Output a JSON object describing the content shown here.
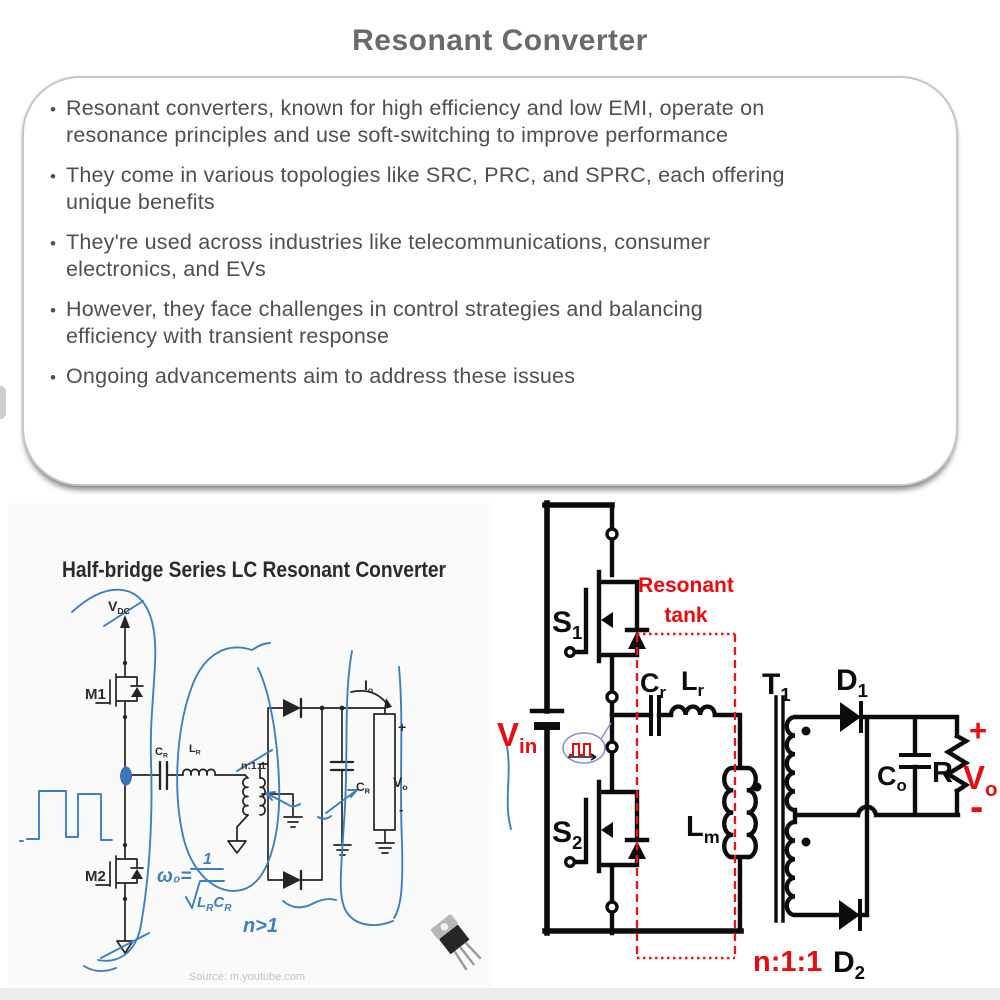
{
  "header": {
    "title": "Resonant Converter"
  },
  "summary": {
    "bullets": [
      "Resonant converters, known for high efficiency and low EMI, operate on\nresonance principles and use soft-switching to improve performance",
      "They come in various topologies like SRC, PRC, and SPRC, each offering\nunique benefits",
      "They're used across industries like telecommunications, consumer\nelectronics, and EVs",
      "However, they face challenges in control strategies and balancing\nefficiency with transient response",
      "Ongoing advancements aim to address these issues"
    ]
  },
  "left_diagram": {
    "title": "Half-bridge Series LC Resonant Converter",
    "source_note": "Source: m.youtube.com",
    "labels": {
      "vdc": {
        "main": "V",
        "sub": "DC"
      },
      "m1": "M1",
      "m2": "M2",
      "cr": {
        "main": "C",
        "sub": "R"
      },
      "lr": {
        "main": "L",
        "sub": "R"
      },
      "turns_ratio": "n:1:1",
      "out_cap": {
        "main": "C",
        "sub": "R"
      },
      "io": {
        "main": "I",
        "sub": "o"
      },
      "vo": {
        "main": "V",
        "sub": "o"
      },
      "plus": "+",
      "minus": "-"
    },
    "annotations": {
      "omega": "ω₀=",
      "numerator": "1",
      "den_l": {
        "main": "L",
        "sub": "R"
      },
      "den_c": {
        "main": "C",
        "sub": "R"
      },
      "n_gt_1": "n>1"
    }
  },
  "right_diagram": {
    "labels": {
      "s1": {
        "main": "S",
        "sub": "1"
      },
      "s2": {
        "main": "S",
        "sub": "2"
      },
      "vin": {
        "main": "V",
        "sub": "in"
      },
      "tank_line1": "Resonant",
      "tank_line2": "tank",
      "cr": {
        "main": "C",
        "sub": "r"
      },
      "lr": {
        "main": "L",
        "sub": "r"
      },
      "lm": {
        "main": "L",
        "sub": "m"
      },
      "t1": {
        "main": "T",
        "sub": "1"
      },
      "d1": {
        "main": "D",
        "sub": "1"
      },
      "d2": {
        "main": "D",
        "sub": "2"
      },
      "co": {
        "main": "C",
        "sub": "o"
      },
      "r": "R",
      "vo": {
        "main": "V",
        "sub": "o"
      },
      "plus": "+",
      "minus": "-",
      "turns_ratio": "n:1:1"
    }
  },
  "colors": {
    "accent_red": "#e90b0e",
    "annotation_blue": "#3d7fc2",
    "circuit_ink": "#0c0c0c",
    "title_gray": "#6a6a6a",
    "body_text": "#4f4f4f"
  }
}
